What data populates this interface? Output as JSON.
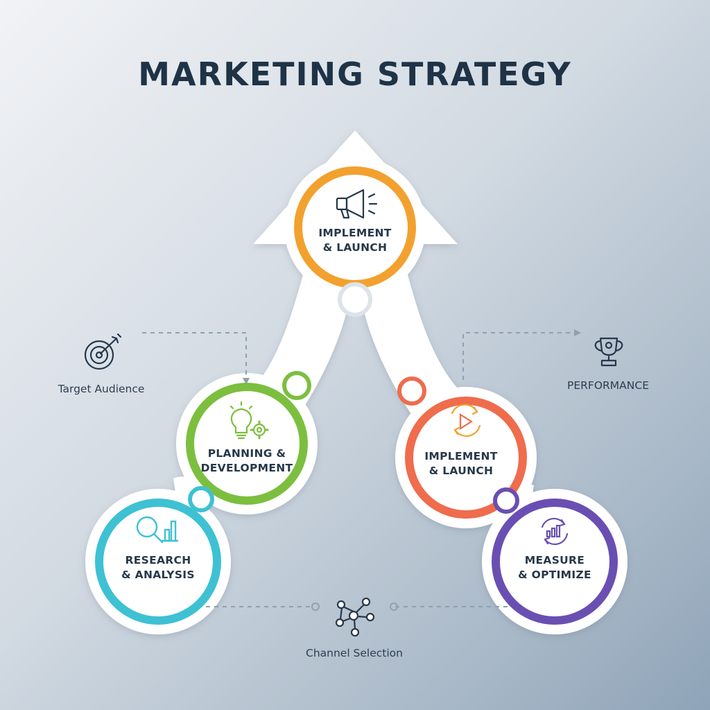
{
  "title": "MARKETING STRATEGY",
  "colors": {
    "orange": "#f2a12e",
    "green": "#7cbf3f",
    "red": "#ef6c4d",
    "cyan": "#3ec1d3",
    "purple": "#6a4fb3",
    "text": "#26384a",
    "title": "#1f3347"
  },
  "steps": [
    {
      "id": "top",
      "line1": "IMPLEMENT",
      "line2": "& LAUNCH",
      "icon": "megaphone-icon"
    },
    {
      "id": "planning",
      "line1": "PLANNING &",
      "line2": "DEVELOPMENT",
      "icon": "lightbulb-gear-icon"
    },
    {
      "id": "right",
      "line1": "IMPLEMENT",
      "line2": "& LAUNCH",
      "icon": "play-cycle-icon"
    },
    {
      "id": "research",
      "line1": "RESEARCH",
      "line2": "& ANALYSIS",
      "icon": "magnifier-chart-icon"
    },
    {
      "id": "measure",
      "line1": "MEASURE",
      "line2": "& OPTIMIZE",
      "icon": "chart-cycle-icon"
    }
  ],
  "side_items": {
    "target": {
      "label": "Target Audience",
      "icon": "target-icon"
    },
    "performance": {
      "label": "PERFORMANCE",
      "icon": "trophy-icon"
    },
    "channel": {
      "label": "Channel Selection",
      "icon": "network-icon"
    }
  }
}
